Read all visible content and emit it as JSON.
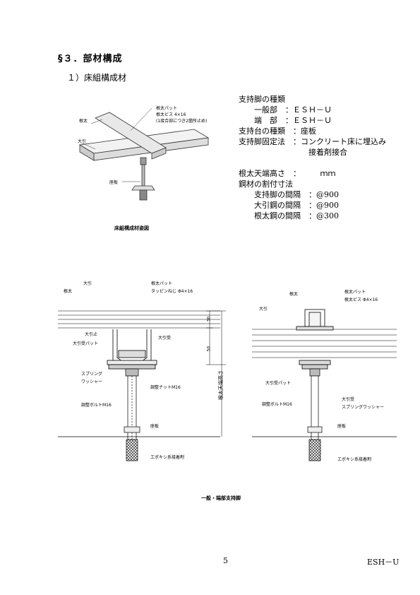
{
  "section_title": "§３．部材構成",
  "subsection_title": "１）床組構成材",
  "specs": [
    {
      "label": "支持脚の種類",
      "value": ""
    },
    {
      "label": "　　一般部　",
      "value": "：ＥＳＨ－Ｕ"
    },
    {
      "label": "　　端　部　",
      "value": "：ＥＳＨ－Ｕ"
    },
    {
      "label": "支持台の種類　",
      "value": "：座板"
    },
    {
      "label": "支持脚固定法　",
      "value": "：コンクリート床に埋込み"
    },
    {
      "label": "　　　　　　　　　",
      "value": "接着剤接合"
    },
    {
      "label": "",
      "value": ""
    },
    {
      "label": "根太天端高さ　：",
      "value": "　　　ｍｍ"
    },
    {
      "label": "鋼材の割付寸法",
      "value": ""
    },
    {
      "label": "　　支持脚の間隔　",
      "value": "：@900"
    },
    {
      "label": "　　大引鋼の間隔　",
      "value": "：@900"
    },
    {
      "label": "　　根太鋼の間隔　",
      "value": "：@300"
    }
  ],
  "iso_labels": {
    "neda": "根太",
    "neda_pad": "根太パット",
    "neda_screw": "根太ビス 4×16",
    "neda_screw_note": "(1接合部につき2箇所止め)",
    "obiki": "大引",
    "zaban": "座板"
  },
  "iso_caption": "床組構成材姿図",
  "sec_labels": {
    "obiki": "大引",
    "neda": "根太",
    "neda_pad": "根太パット",
    "tapping": "タッピンねじ Φ4×16",
    "obiki_stop": "大引止",
    "obiki_uke": "大引受",
    "obiki_uke_pad": "大引受パット",
    "spring1": "スプリング",
    "spring2": "ワッシャー",
    "nut": "調整ナットM16",
    "bolt": "調整ボルトM16",
    "zaban": "座板",
    "epoxy": "エポキシ系接着剤",
    "dim30": "30",
    "dim50": "50",
    "height": "根太天端高さ"
  },
  "side_labels": {
    "neda": "根太",
    "neda_pad": "根太パット",
    "neda_screw": "根太ビス Φ4×16",
    "obiki": "大引",
    "obiki_uke_pad": "大引受パット",
    "obiki_uke": "大引受",
    "spring": "スプリングワッシャー",
    "bolt": "調整ボルトM16",
    "zaban": "座板",
    "epoxy": "エポキシ系接着剤"
  },
  "support_caption": "一般・端部支持脚",
  "page_number": "5",
  "doc_code": "ESH－U"
}
